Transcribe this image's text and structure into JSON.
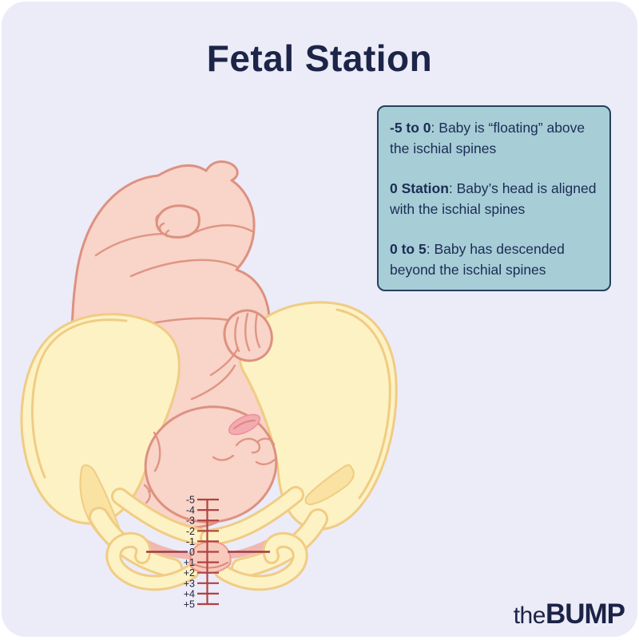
{
  "page": {
    "title": "Fetal Station"
  },
  "legend": {
    "items": [
      {
        "term": "-5 to 0",
        "desc": ": Baby is “floating” above the ischial spines"
      },
      {
        "term": "0 Station",
        "desc": ": Baby’s head is aligned with the ischial spines"
      },
      {
        "term": "0 to 5",
        "desc": ": Baby has descended beyond the ischial spines"
      }
    ]
  },
  "ruler": {
    "stations": [
      "-5",
      "-4",
      "-3",
      "-2",
      "-1",
      "0",
      "+1",
      "+2",
      "+3",
      "+4",
      "+5"
    ],
    "baseline_station": "0"
  },
  "logo": {
    "prefix": "the",
    "name": "BUMP"
  },
  "colors": {
    "frame": "#ffffff",
    "card": "#ecebf8",
    "title": "#1c2547",
    "box_bg": "#a7cdd6",
    "box_border": "#25415f",
    "box_text": "#1b2c55",
    "bone": "#fdf2c4",
    "bone_line": "#f0cc84",
    "bone_shade": "#f9e2a2",
    "skin": "#f9d4c8",
    "skin_line": "#dd9181",
    "cheek": "#f3abb1",
    "cheek_line": "#ec9099",
    "pink_wedge": "#f1b3a7",
    "crown": "#f8c9bd",
    "crown_line": "#ea9c8c",
    "ruler": "#b04242",
    "ruler_long": "#9d3b46",
    "ruler_text": "#23233a",
    "logo": "#1b2346"
  }
}
